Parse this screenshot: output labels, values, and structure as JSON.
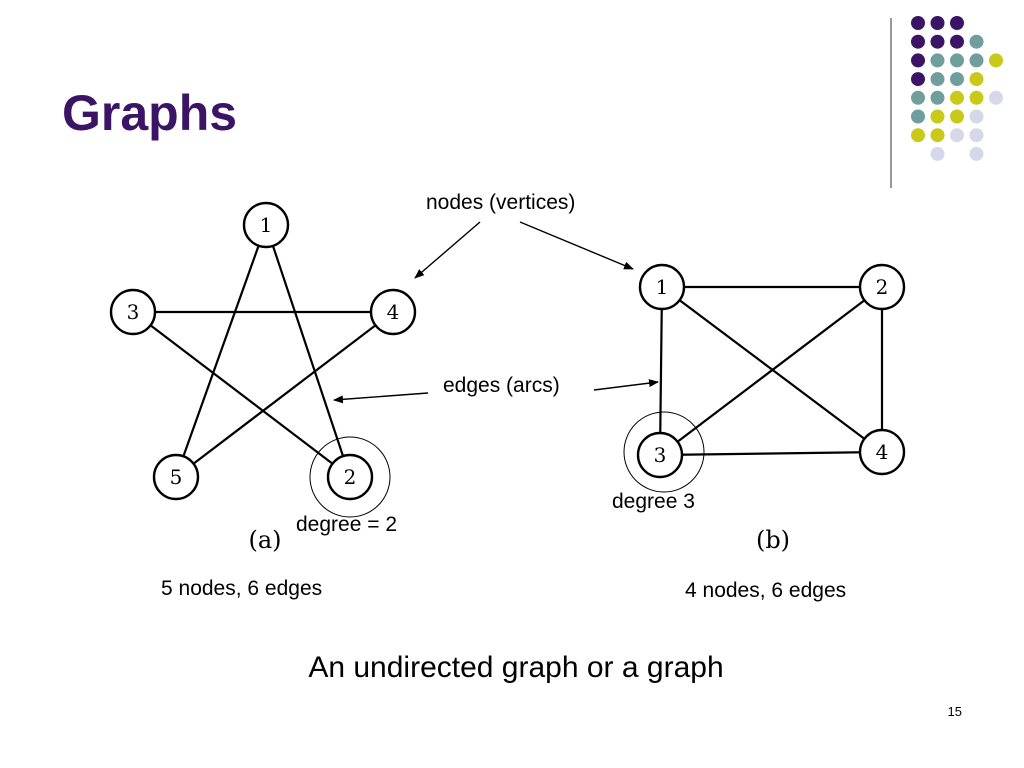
{
  "slide": {
    "title": "Graphs",
    "page_number": "15",
    "caption": "An undirected graph or a graph"
  },
  "graph_a": {
    "label": "(a)",
    "nodes": [
      {
        "id": "1",
        "label": "1"
      },
      {
        "id": "2",
        "label": "2"
      },
      {
        "id": "3",
        "label": "3"
      },
      {
        "id": "4",
        "label": "4"
      },
      {
        "id": "5",
        "label": "5"
      }
    ],
    "edges": [
      [
        "1",
        "5"
      ],
      [
        "1",
        "2"
      ],
      [
        "3",
        "4"
      ],
      [
        "3",
        "2"
      ],
      [
        "4",
        "5"
      ]
    ],
    "summary": "5 nodes, 6 edges",
    "degree_note": "degree = 2"
  },
  "graph_b": {
    "label": "(b)",
    "nodes": [
      {
        "id": "1",
        "label": "1"
      },
      {
        "id": "2",
        "label": "2"
      },
      {
        "id": "3",
        "label": "3"
      },
      {
        "id": "4",
        "label": "4"
      }
    ],
    "edges": [
      [
        "1",
        "2"
      ],
      [
        "1",
        "3"
      ],
      [
        "1",
        "4"
      ],
      [
        "2",
        "3"
      ],
      [
        "2",
        "4"
      ],
      [
        "3",
        "4"
      ]
    ],
    "summary": "4 nodes, 6 edges",
    "degree_note": "degree 3"
  },
  "annotations": {
    "nodes_label": "nodes (vertices)",
    "edges_label": "edges (arcs)"
  },
  "theme": {
    "title_color": "#3b1466",
    "dot_purple": "#3b1466",
    "dot_teal": "#6f9e9c",
    "dot_yellow": "#c9c91a",
    "dot_lavender": "#d7d7ea"
  }
}
